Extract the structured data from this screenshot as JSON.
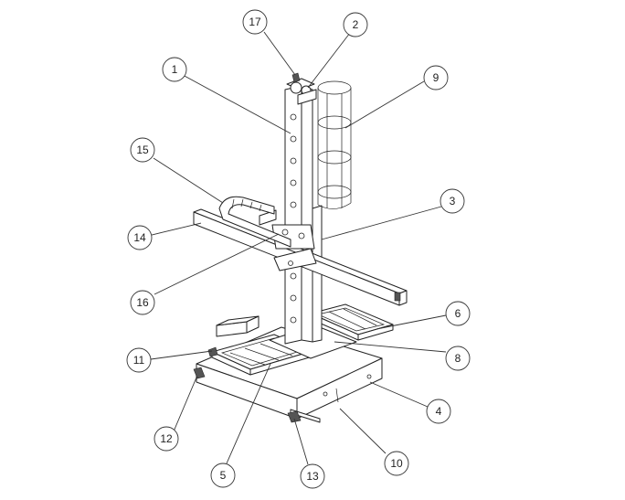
{
  "callouts": [
    {
      "label": "1"
    },
    {
      "label": "2"
    },
    {
      "label": "3"
    },
    {
      "label": "4"
    },
    {
      "label": "5"
    },
    {
      "label": "6"
    },
    {
      "label": "8"
    },
    {
      "label": "9"
    },
    {
      "label": "10"
    },
    {
      "label": "11"
    },
    {
      "label": "12"
    },
    {
      "label": "13"
    },
    {
      "label": "14"
    },
    {
      "label": "15"
    },
    {
      "label": "16"
    },
    {
      "label": "17"
    }
  ]
}
